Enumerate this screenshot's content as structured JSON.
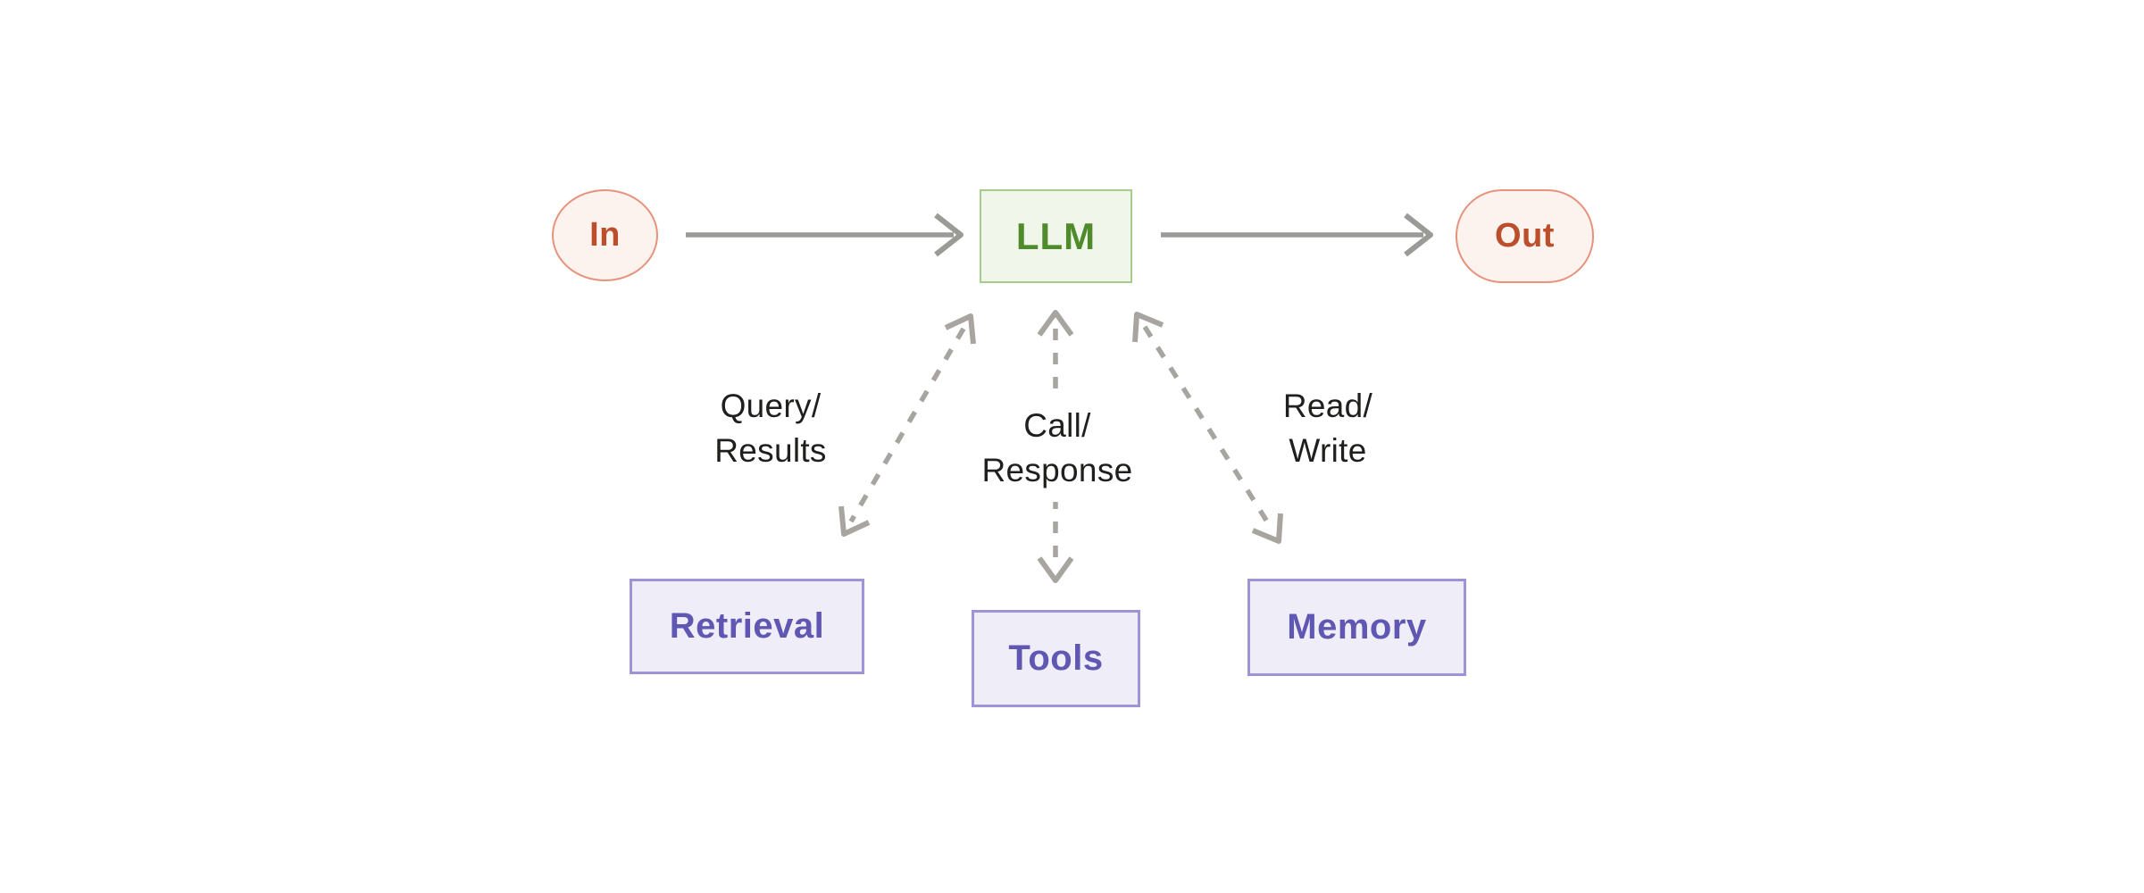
{
  "diagram": {
    "nodes": {
      "input": {
        "label": "In"
      },
      "llm": {
        "label": "LLM"
      },
      "output": {
        "label": "Out"
      },
      "retrieval": {
        "label": "Retrieval"
      },
      "tools": {
        "label": "Tools"
      },
      "memory": {
        "label": "Memory"
      }
    },
    "edge_labels": {
      "retrieval": {
        "line1": "Query/",
        "line2": "Results"
      },
      "tools": {
        "line1": "Call/",
        "line2": "Response"
      },
      "memory": {
        "line1": "Read/",
        "line2": "Write"
      }
    },
    "edges": [
      {
        "from": "input",
        "to": "llm",
        "style": "solid",
        "direction": "one-way"
      },
      {
        "from": "llm",
        "to": "output",
        "style": "solid",
        "direction": "one-way"
      },
      {
        "from": "llm",
        "to": "retrieval",
        "style": "dashed",
        "direction": "two-way"
      },
      {
        "from": "llm",
        "to": "tools",
        "style": "dashed",
        "direction": "two-way"
      },
      {
        "from": "llm",
        "to": "memory",
        "style": "dashed",
        "direction": "two-way"
      }
    ]
  },
  "colors": {
    "background": "#FFFFFF",
    "io_fill": "#FCF2EE",
    "io_border": "#E6937D",
    "io_text": "#BC4F2B",
    "llm_fill": "#F1F6EB",
    "llm_border": "#A6CB8C",
    "llm_text": "#4F8A2B",
    "module_fill": "#EFEEF8",
    "module_border": "#9C94D5",
    "module_text": "#6057B2",
    "solid_arrow": "#9A9A97",
    "dashed_arrow": "#A8A5A0",
    "label_text": "#1F1F1D"
  }
}
